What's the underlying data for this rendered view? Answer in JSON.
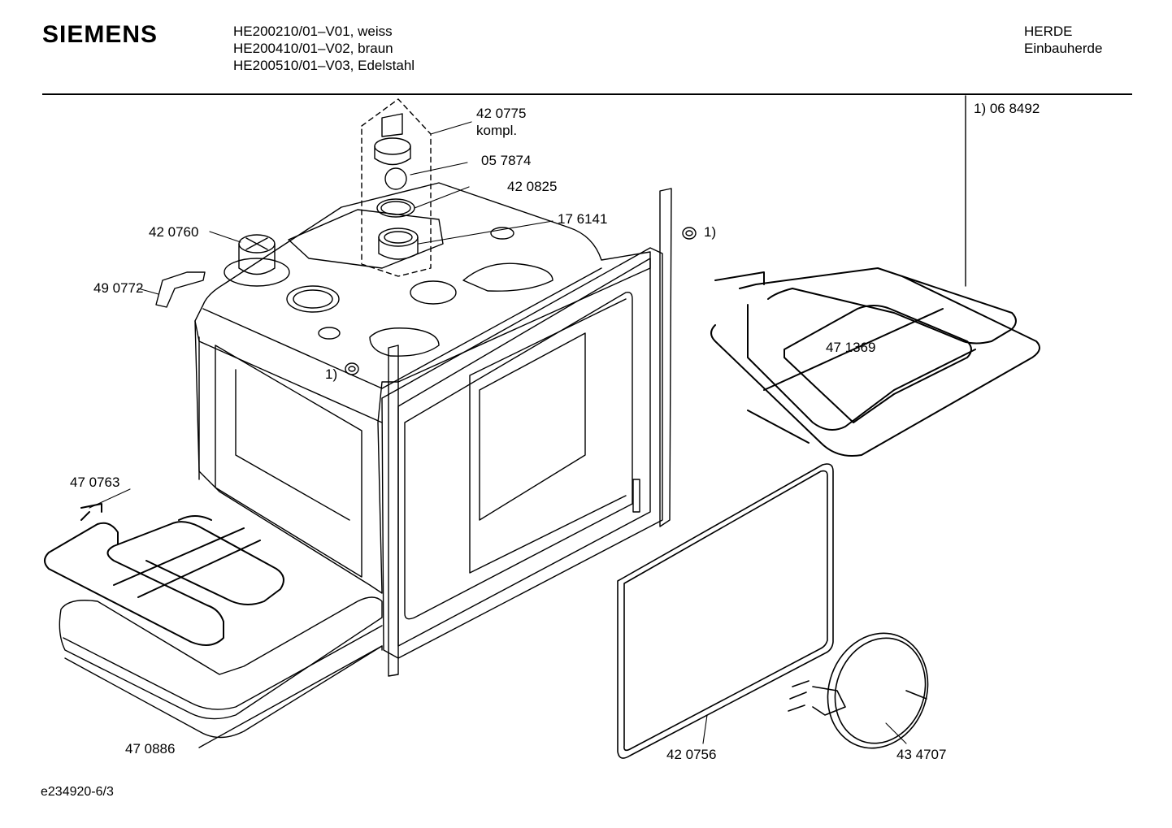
{
  "header": {
    "brand": "SIEMENS",
    "models": [
      "HE200210/01–V01, weiss",
      "HE200410/01–V02, braun",
      "HE200510/01–V03, Edelstahl"
    ],
    "category": [
      "HERDE",
      "Einbauherde"
    ]
  },
  "footnote": "1) 06 8492",
  "parts": {
    "p420775": "42 0775",
    "kompl": "kompl.",
    "p057874": "05 7874",
    "p420825": "42 0825",
    "p176141": "17 6141",
    "p420760": "42 0760",
    "p490772": "49 0772",
    "ref1_top": "1)",
    "ref1_mid": "1)",
    "p471369": "47 1369",
    "p470763": "47 0763",
    "p470886": "47 0886",
    "p420756": "42 0756",
    "p434707": "43 4707"
  },
  "footer": {
    "doc_id": "e234920-6/3"
  }
}
